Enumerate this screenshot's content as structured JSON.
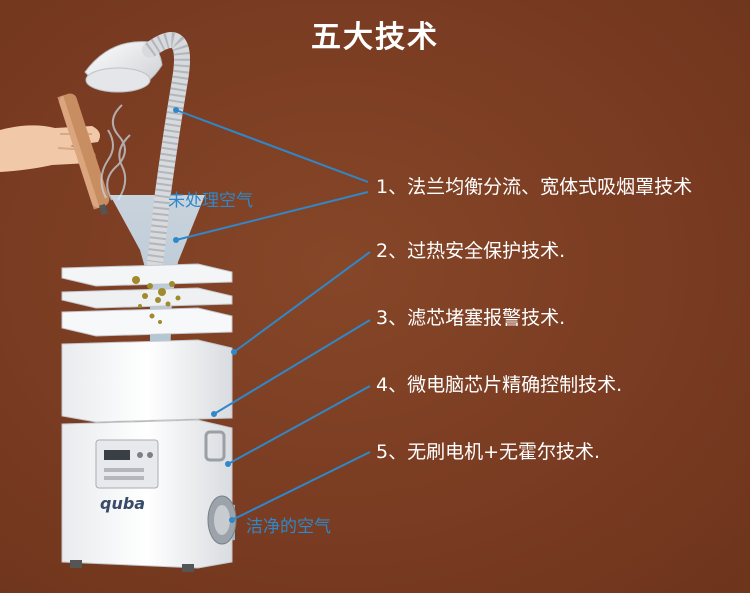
{
  "title": "五大技术",
  "features": [
    "1、法兰均衡分流、宽体式吸烟罩技术",
    "2、过热安全保护技术.",
    "3、滤芯堵塞报警技术.",
    "4、微电脑芯片精确控制技术.",
    "5、无刷电机+无霍尔技术."
  ],
  "labels": {
    "dirty_air": "未处理空气",
    "clean_air": "洁净的空气"
  },
  "brand": "quba",
  "colors": {
    "background": "#7a3c22",
    "accent": "#2f88c9",
    "text": "#ffffff"
  }
}
